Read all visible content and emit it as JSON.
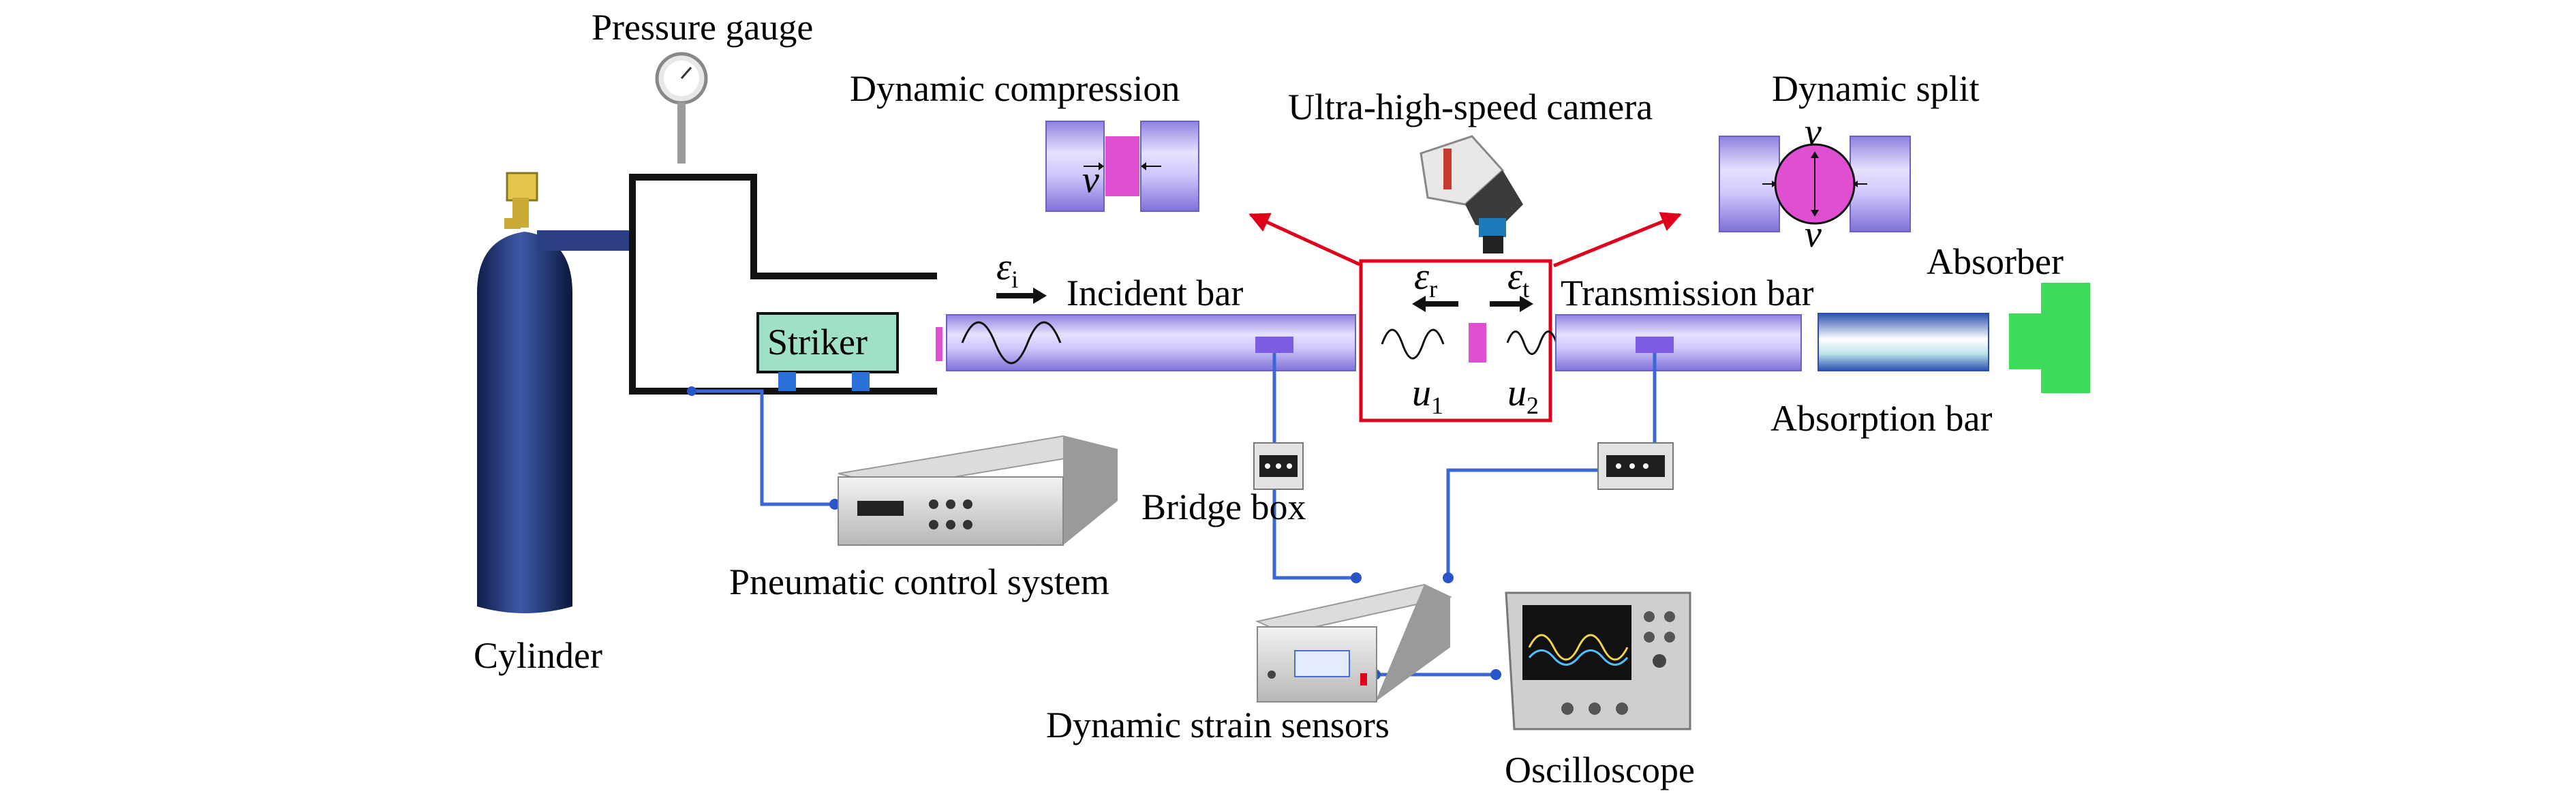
{
  "labels": {
    "pressure_gauge": "Pressure gauge",
    "dynamic_compression": "Dynamic compression",
    "camera": "Ultra-high-speed camera",
    "dynamic_split": "Dynamic split",
    "absorber": "Absorber",
    "striker": "Striker",
    "incident_bar": "Incident bar",
    "transmission_bar": "Transmission bar",
    "absorption_bar": "Absorption bar",
    "bridge_box": "Bridge box",
    "pneumatic_control": "Pneumatic control system",
    "cylinder": "Cylinder",
    "strain_sensors": "Dynamic strain sensors",
    "oscilloscope": "Oscilloscope"
  },
  "symbols": {
    "eps": "ε",
    "sub_i": "i",
    "sub_r": "r",
    "sub_t": "t",
    "u": "u",
    "sub_1": "1",
    "sub_2": "2",
    "v": "v"
  },
  "colors": {
    "bar": "#b9b0ee",
    "bar_dark": "#7e6fd8",
    "specimen": "#e04fd2",
    "frame": "#111111",
    "highlight_box": "#e0001b",
    "wire": "#3a66d6",
    "striker_fill": "#9fe0c6",
    "absorber": "#3fdc5c",
    "cylinder": "#1c2f6e"
  }
}
